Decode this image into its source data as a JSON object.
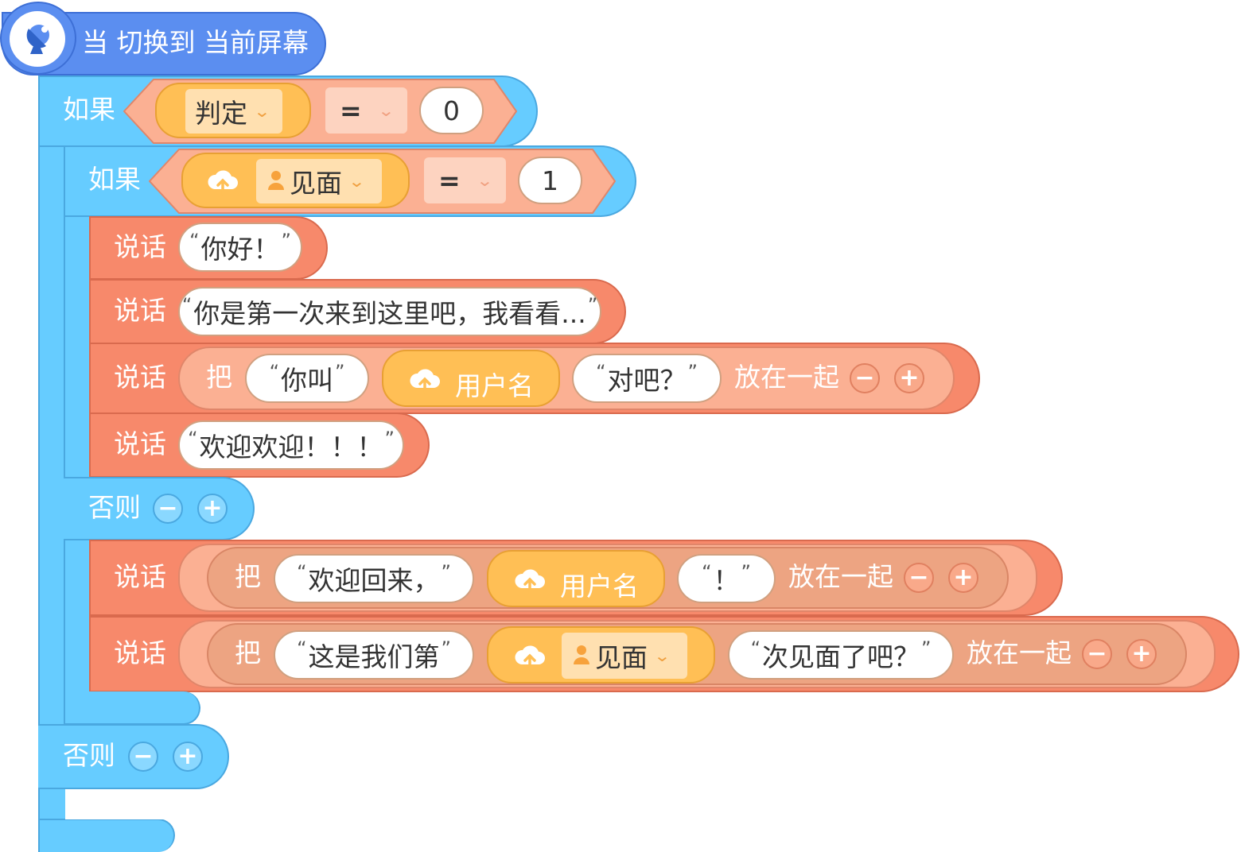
{
  "event": {
    "label": "当 切换到 当前屏幕",
    "icon": "satellite-dish-icon"
  },
  "if_outer": {
    "label": "如果",
    "variable": "判定",
    "operator": "=",
    "value": "0"
  },
  "if_inner": {
    "label": "如果",
    "variable": "见面",
    "operator": "=",
    "value": "1"
  },
  "say_label": "说话",
  "join_label": "把",
  "join_suffix": "放在一起",
  "else_label": "否则",
  "minus": "−",
  "plus": "+",
  "username_var": "用户名",
  "meet_var": "见面",
  "say1": {
    "text": "你好！"
  },
  "say2": {
    "text": "你是第一次来到这里吧，我看看..."
  },
  "say3": {
    "part1": "你叫",
    "part3": "对吧？"
  },
  "say4": {
    "text": "欢迎欢迎！！！"
  },
  "say5": {
    "part1": "欢迎回来，",
    "part3": "！"
  },
  "say6": {
    "part1": "这是我们第",
    "part3": "次见面了吧？"
  },
  "colors": {
    "control": "#66ccff",
    "say": "#f7896b",
    "variable": "#ffbf55",
    "event": "#5b8ef0"
  }
}
